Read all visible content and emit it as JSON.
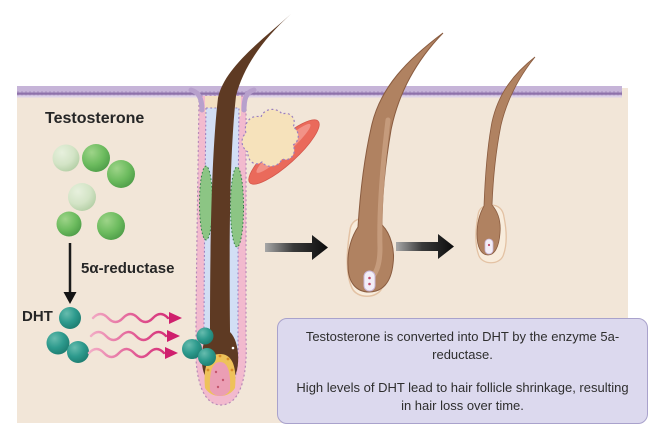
{
  "figure": {
    "labels": {
      "testosterone": "Testosterone",
      "enzyme": "5α-reductase",
      "dht": "DHT"
    },
    "infobox": {
      "paragraph1": "Testosterone is converted into DHT by the enzyme 5a-reductase.",
      "paragraph2": "High levels of DHT lead to hair follicle shrinkage, resulting in hair loss over time."
    },
    "colors": {
      "skin": "#f2e6d8",
      "epidermis_light": "#c6b4d8",
      "epidermis_tick": "#a890c0",
      "epidermis_dark": "#8e72aa",
      "hair_dark_brown": "#5e3a23",
      "hair_medium_brown": "#b08261",
      "follicle_pink": "#f2bace",
      "inner_sheath_blue": "#d2def4",
      "bulge_green": "#8cc584",
      "sebaceous_cream": "#f6e2bb",
      "follicle_canal_cream": "#f3dfc2",
      "muscle_red": "#ea6a5b",
      "muscle_highlight": "#f29287",
      "papilla_gold": "#eec25a",
      "papilla_pink": "#eb9eb4",
      "follicle_halo_cream": "#f8ecdc",
      "testosterone_green": "#6cbb5e",
      "testosterone_green_light": "#d3e4c6",
      "dht_teal": "#2d9a8d",
      "signal_magenta": "#cf1f6d",
      "arrow_black": "#141414",
      "infobox_bg": "#dcd9ee",
      "infobox_border": "#a9a2cc"
    },
    "icons": {
      "progression_arrow": "arrow-right-icon",
      "conversion_arrow": "arrow-down-icon",
      "dht_signal": "wavy-arrow-icon"
    }
  }
}
